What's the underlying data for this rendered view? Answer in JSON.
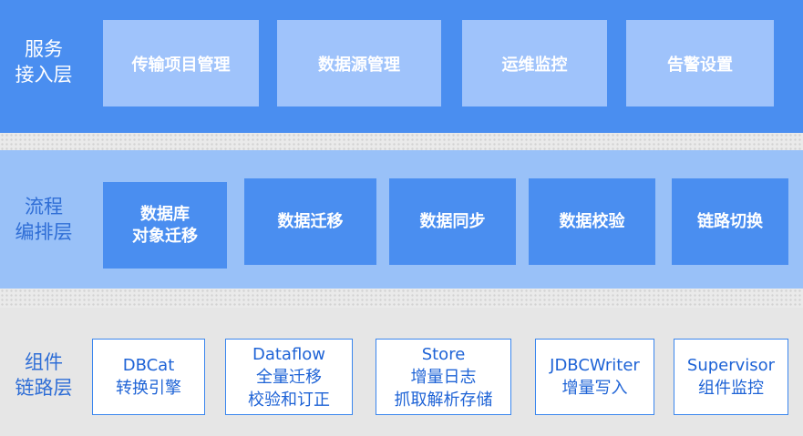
{
  "colors": {
    "service_layer_bg": "#4a8ef0",
    "service_box_bg": "#9fc3fb",
    "flow_layer_bg": "#99c1f8",
    "flow_box_bg": "#4a8ef0",
    "link_layer_bg": "#e6e6e6",
    "link_box_border": "#3a86ee",
    "link_text": "#1e63d6"
  },
  "layers": {
    "service": {
      "label": [
        "服务",
        "接入层"
      ],
      "boxes": [
        {
          "lines": [
            "传输项目管理"
          ]
        },
        {
          "lines": [
            "数据源管理"
          ]
        },
        {
          "lines": [
            "运维监控"
          ]
        },
        {
          "lines": [
            "告警设置"
          ]
        }
      ]
    },
    "flow": {
      "label": [
        "流程",
        "编排层"
      ],
      "boxes": [
        {
          "lines": [
            "数据库",
            "对象迁移"
          ]
        },
        {
          "lines": [
            "数据迁移"
          ]
        },
        {
          "lines": [
            "数据同步"
          ]
        },
        {
          "lines": [
            "数据校验"
          ]
        },
        {
          "lines": [
            "链路切换"
          ]
        }
      ]
    },
    "link": {
      "label": [
        "组件",
        "链路层"
      ],
      "boxes": [
        {
          "lines": [
            "DBCat",
            "转换引擎"
          ]
        },
        {
          "lines": [
            "Dataflow",
            "全量迁移",
            "校验和订正"
          ]
        },
        {
          "lines": [
            "Store",
            "增量日志",
            "抓取解析存储"
          ]
        },
        {
          "lines": [
            "JDBCWriter",
            "增量写入"
          ]
        },
        {
          "lines": [
            "Supervisor",
            "组件监控"
          ]
        }
      ]
    }
  }
}
